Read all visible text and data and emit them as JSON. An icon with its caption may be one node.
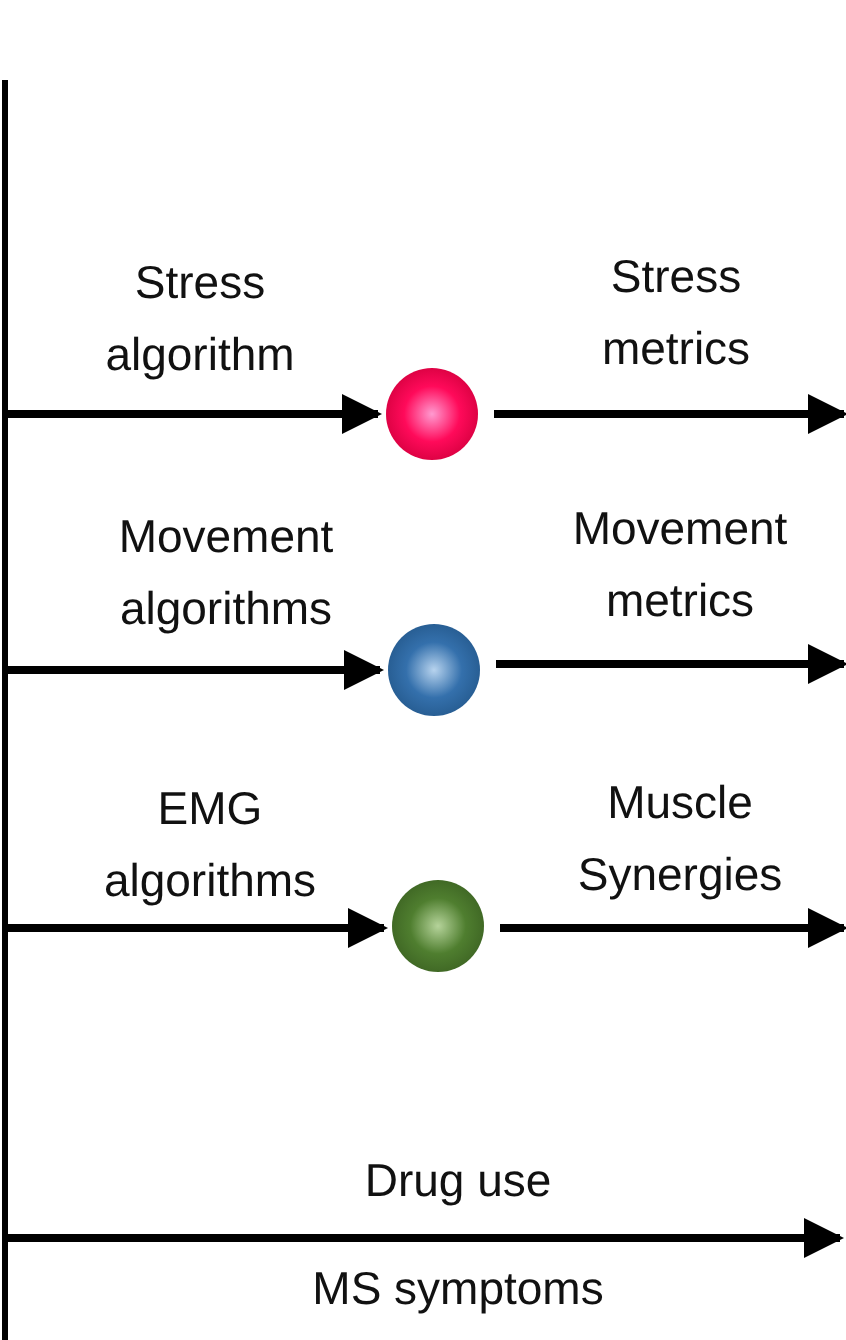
{
  "diagram": {
    "nodes": [
      {
        "text": [],
        "shape": "bar"
      },
      {
        "text": [],
        "shape": "circle"
      },
      {
        "text": [],
        "shape": "circle"
      },
      {
        "text": [],
        "shape": "circle"
      }
    ],
    "edges": [
      {
        "from": 0,
        "to": 1,
        "arrow": "to",
        "label": "Stress algorithm"
      },
      {
        "from": 1,
        "to": null,
        "arrow": "to",
        "label": "Stress metrics"
      },
      {
        "from": 0,
        "to": 2,
        "arrow": "to",
        "label": "Movement algorithms"
      },
      {
        "from": 2,
        "to": null,
        "arrow": "to",
        "label": "Movement metrics"
      },
      {
        "from": 0,
        "to": 3,
        "arrow": "to",
        "label": "EMG algorithms"
      },
      {
        "from": 3,
        "to": null,
        "arrow": "to",
        "label": "Muscle Synergies"
      },
      {
        "from": 0,
        "to": null,
        "arrow": "to",
        "label": "Drug use"
      }
    ],
    "labels": [
      "MS symptoms"
    ]
  }
}
